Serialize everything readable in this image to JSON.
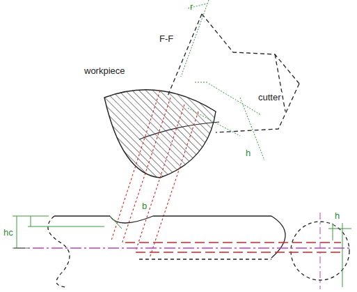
{
  "diagram": {
    "labels": [
      "r",
      "F-F",
      "workpiece",
      "cutter",
      "h",
      "b",
      "hc",
      "h"
    ]
  }
}
